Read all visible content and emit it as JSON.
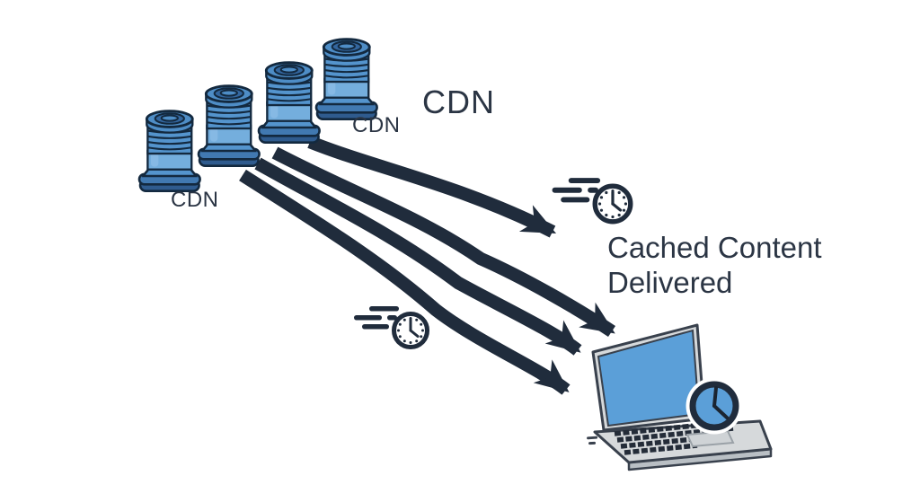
{
  "diagram": {
    "labels": {
      "cdn_left": "CDN",
      "cdn_right": "CDN",
      "cdn_title": "CDN",
      "caption": "Cached Content Delivered"
    },
    "element_counts": {
      "server_stacks": 4,
      "delivery_arrows": 4,
      "speed_clocks": 2,
      "laptops": 1
    },
    "icons": {
      "server": "database-cylinder-stack-icon",
      "speed_clock": "clock-with-speed-lines-icon",
      "laptop": "laptop-icon",
      "laptop_clock": "clock-overlay-icon"
    },
    "colors": {
      "arrow": "#202c3c",
      "text": "#2b3544",
      "server_blue": "#5494cd",
      "server_blue_light": "#74aedd",
      "server_blue_dark": "#33669e",
      "server_outline": "#13293f",
      "screen_blue": "#5b9fd8",
      "laptop_gray": "#d6d9db",
      "background": "#ffffff"
    }
  }
}
